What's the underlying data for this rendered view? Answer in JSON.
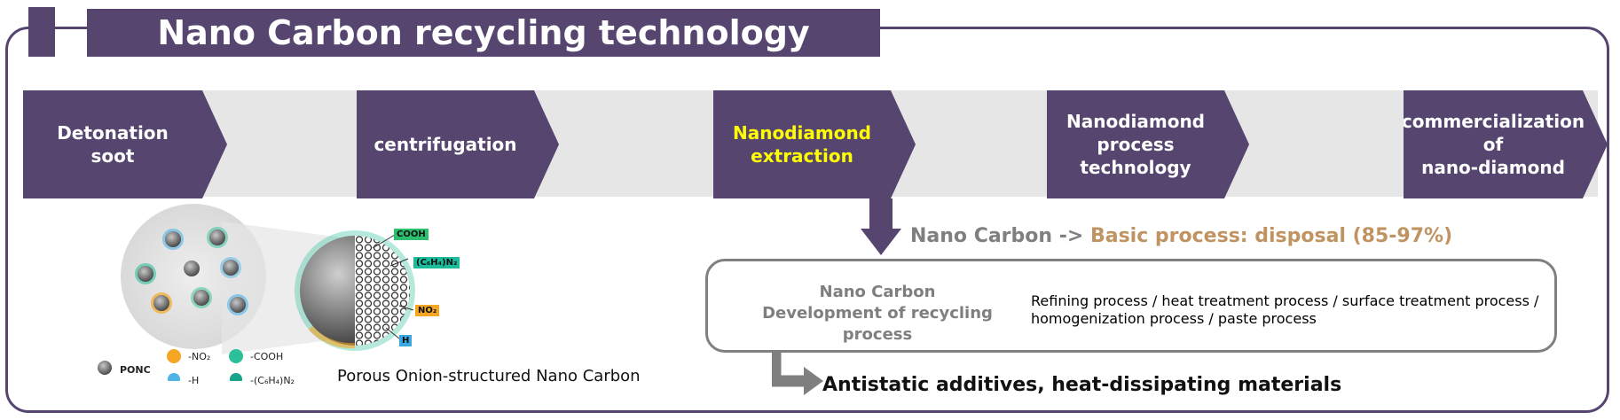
{
  "title": "Nano Carbon recycling technology",
  "steps": [
    {
      "label": "Detonation\nsoot",
      "color": "#ffffff"
    },
    {
      "label": "centrifugation",
      "color": "#ffffff"
    },
    {
      "label": "Nanodiamond\nextraction",
      "color": "#ffff00"
    },
    {
      "label": "Nanodiamond\nprocess technology",
      "color": "#ffffff"
    },
    {
      "label": "commercialization of\nnano-diamond",
      "color": "#ffffff"
    }
  ],
  "basic": {
    "prefix": "Nano Carbon ->",
    "highlight": "Basic process: disposal (85-97%)"
  },
  "recycling": {
    "left": "Nano Carbon\nDevelopment of recycling process",
    "right": "Refining process / heat treatment process / surface treatment process /\nhomogenization process / paste process"
  },
  "result": "Antistatic additives, heat-dissipating materials",
  "illustration": {
    "caption": "Porous Onion-structured Nano Carbon",
    "ponc": "PONC",
    "legend": [
      "-NO₂",
      "-COOH",
      "-H",
      "-(C₆H₄)N₂"
    ],
    "tags": [
      "COOH",
      "(C₆H₄)N₂",
      "NO₂",
      "H"
    ]
  },
  "colors": {
    "purple": "#55456f",
    "track": "#e6e6e6",
    "tan": "#c09462",
    "gray": "#7f7f7f",
    "highlight": "#ffff00"
  }
}
